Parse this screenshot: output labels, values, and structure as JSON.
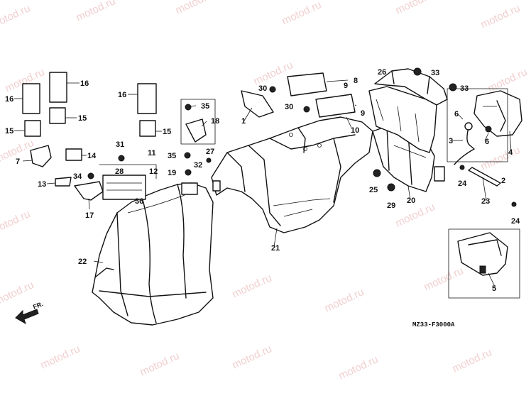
{
  "diagram": {
    "code": "MZ33-F3000A",
    "direction_label": "FR.",
    "watermark": "motod.ru",
    "callouts": [
      "1",
      "2",
      "3",
      "4",
      "5",
      "6",
      "7",
      "8",
      "9",
      "10",
      "11",
      "12",
      "13",
      "14",
      "15",
      "16",
      "17",
      "18",
      "19",
      "20",
      "21",
      "22",
      "23",
      "24",
      "25",
      "26",
      "27",
      "28",
      "29",
      "30",
      "31",
      "32",
      "33",
      "34",
      "35",
      "36"
    ]
  }
}
